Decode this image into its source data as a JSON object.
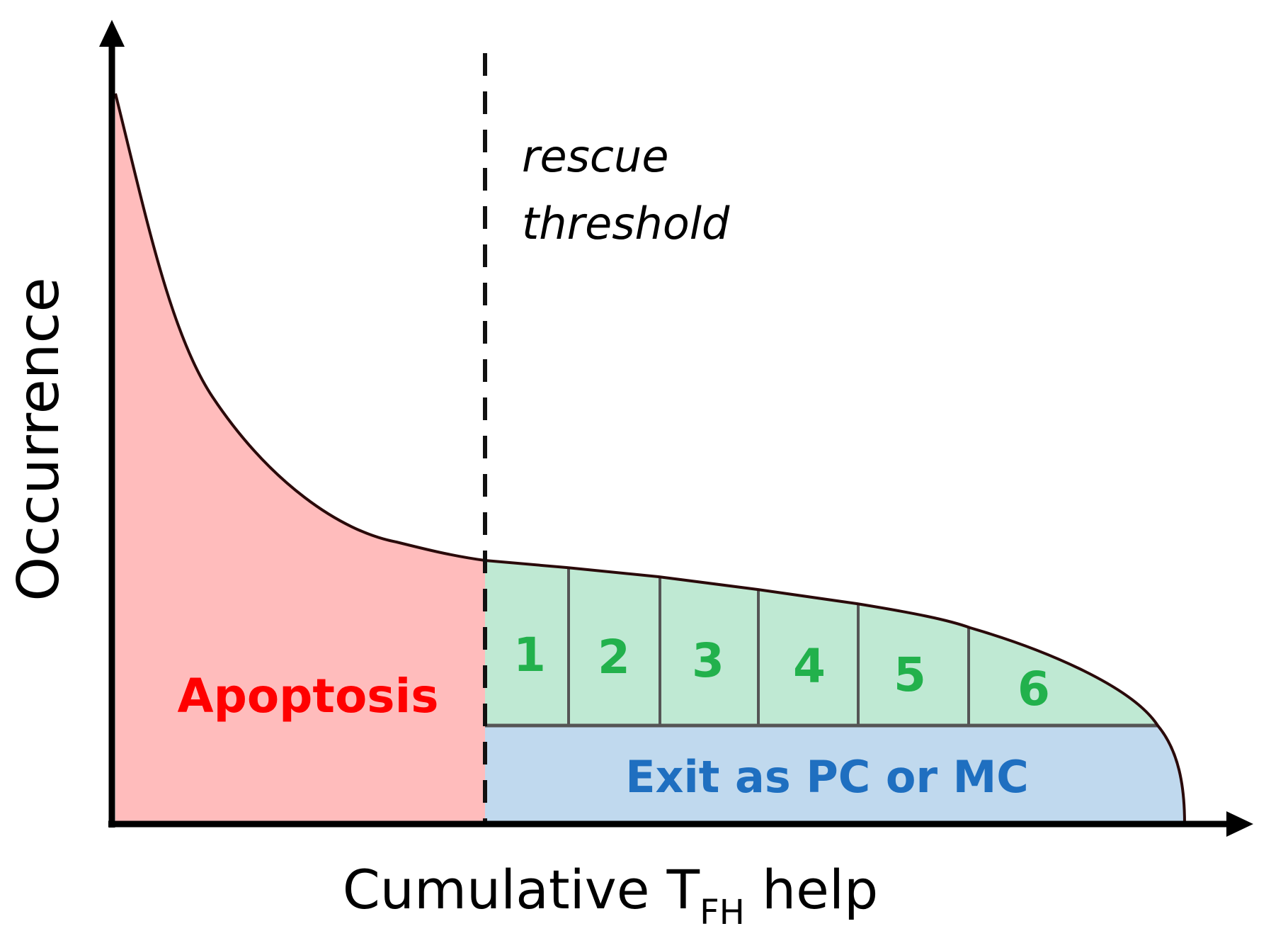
{
  "axes": {
    "y_label": "Occurrence",
    "x_label_main": "Cumulative T",
    "x_label_subscript": "FH",
    "x_label_end": " help"
  },
  "threshold": {
    "line1": "rescue",
    "line2": "threshold"
  },
  "regions": {
    "apoptosis": "Apoptosis",
    "exit": "Exit as PC or MC"
  },
  "bins": [
    {
      "label": "1"
    },
    {
      "label": "2"
    },
    {
      "label": "3"
    },
    {
      "label": "4"
    },
    {
      "label": "5"
    },
    {
      "label": "6"
    }
  ],
  "colors": {
    "apoptosis_fill": "#ffbcbc",
    "apoptosis_text": "#ff0000",
    "division_fill": "#bfe9d3",
    "division_text": "#22b14c",
    "exit_fill": "#c0d9ee",
    "exit_text": "#1f6fc0",
    "curve": "#2a0a0a",
    "divider": "#555555"
  }
}
